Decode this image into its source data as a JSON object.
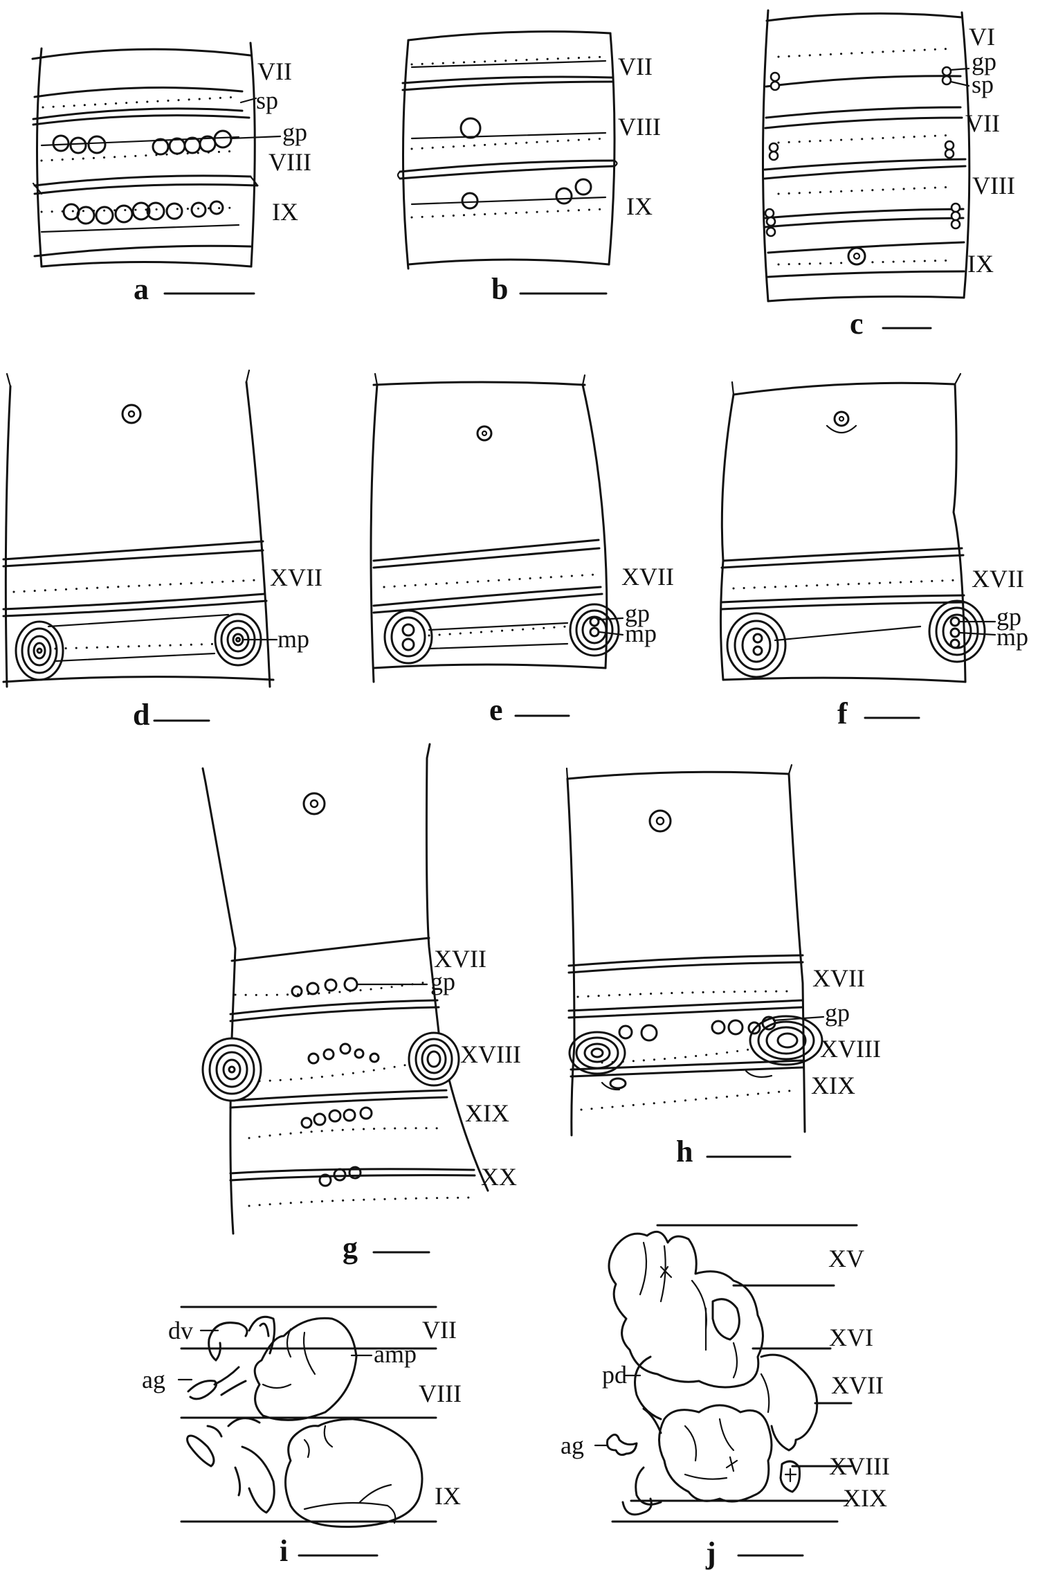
{
  "panels": {
    "a": {
      "letter": "a",
      "segments": [
        "VII",
        "VIII",
        "IX"
      ],
      "callouts": [
        "sp",
        "gp"
      ]
    },
    "b": {
      "letter": "b",
      "segments": [
        "VII",
        "VIII",
        "IX"
      ]
    },
    "c": {
      "letter": "c",
      "segments": [
        "VI",
        "VII",
        "VIII",
        "IX"
      ],
      "callouts": [
        "gp",
        "sp"
      ]
    },
    "d": {
      "letter": "d",
      "segments": [
        "XVII"
      ],
      "callouts": [
        "mp"
      ]
    },
    "e": {
      "letter": "e",
      "segments": [
        "XVII"
      ],
      "callouts": [
        "gp",
        "mp"
      ]
    },
    "f": {
      "letter": "f",
      "segments": [
        "XVII"
      ],
      "callouts": [
        "gp",
        "mp"
      ]
    },
    "g": {
      "letter": "g",
      "segments": [
        "XVII",
        "XVIII",
        "XIX",
        "XX"
      ],
      "callouts": [
        "gp"
      ]
    },
    "h": {
      "letter": "h",
      "segments": [
        "XVII",
        "XVIII",
        "XIX"
      ],
      "callouts": [
        "gp"
      ]
    },
    "i": {
      "letter": "i",
      "segments": [
        "VII",
        "VIII",
        "IX"
      ],
      "callouts": [
        "dv",
        "ag",
        "amp"
      ]
    },
    "j": {
      "letter": "j",
      "segments": [
        "XV",
        "XVI",
        "XVII",
        "XVIII",
        "XIX"
      ],
      "callouts": [
        "pd",
        "ag"
      ]
    }
  }
}
